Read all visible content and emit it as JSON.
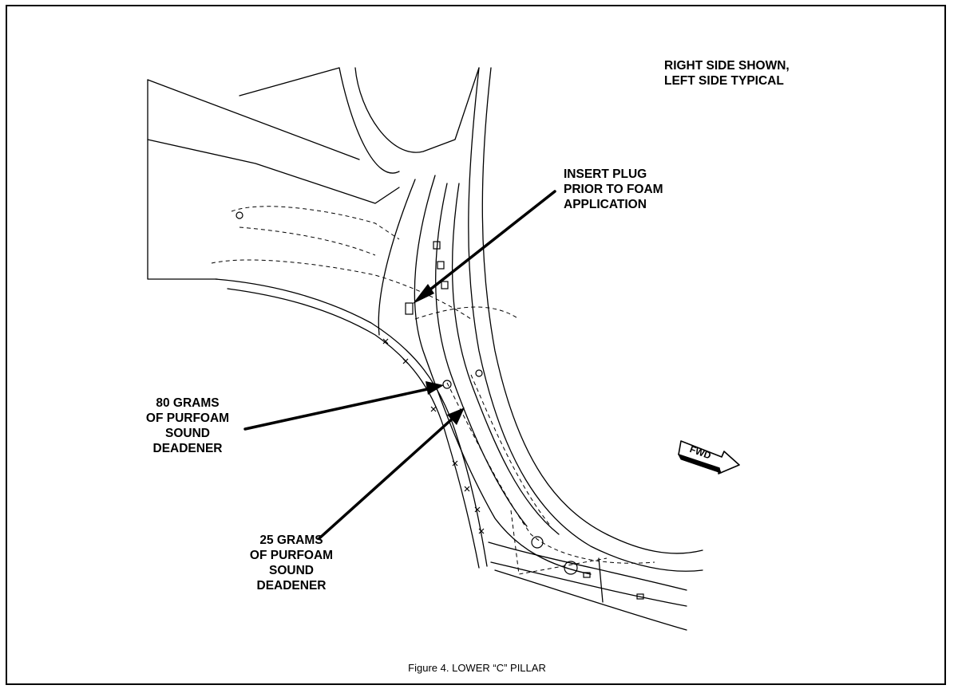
{
  "figure": {
    "caption": "Figure 4.  LOWER “C” PILLAR",
    "note": [
      "RIGHT SIDE SHOWN,",
      "LEFT SIDE TYPICAL"
    ],
    "callouts": {
      "insert_plug": [
        "INSERT PLUG",
        "PRIOR TO FOAM",
        "APPLICATION"
      ],
      "purfoam_80": [
        "80 GRAMS",
        "OF PURFOAM",
        "SOUND",
        "DEADENER"
      ],
      "purfoam_25": [
        "25 GRAMS",
        "OF PURFOAM",
        "SOUND",
        "DEADENER"
      ]
    },
    "direction_marker": "FWD"
  }
}
